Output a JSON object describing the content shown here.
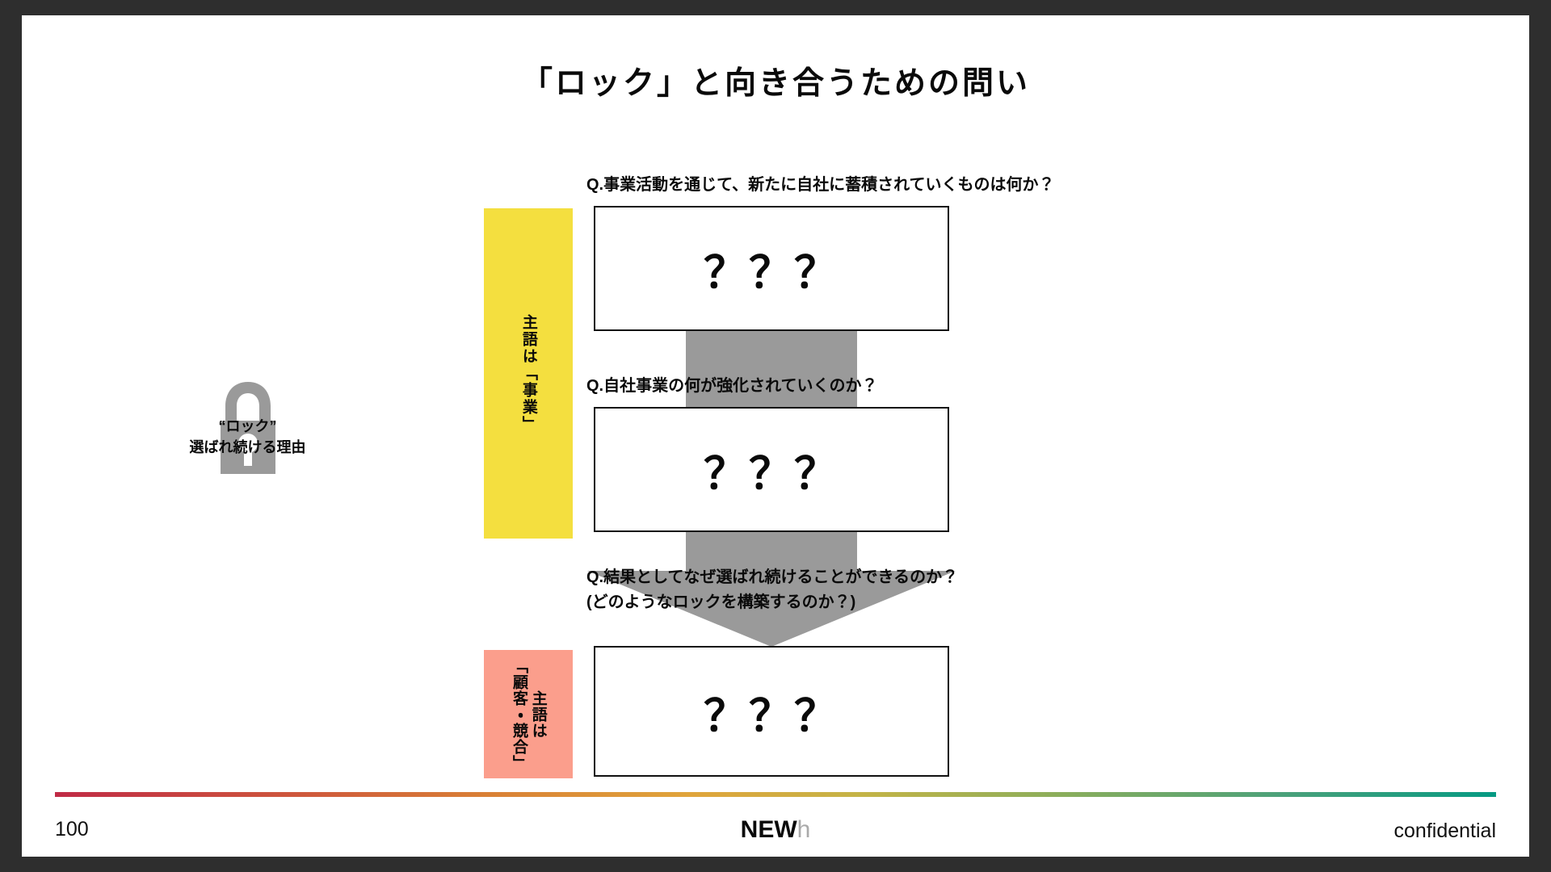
{
  "slide": {
    "title": "「ロック」と向き合うための問い",
    "page_number": "100",
    "confidential_label": "confidential",
    "logo_main": "NEW",
    "logo_suffix": "h"
  },
  "lock": {
    "icon": "padlock-icon",
    "caption_line1": "“ロック”",
    "caption_line2": "選ばれ続ける理由",
    "color": "#9a9a9a"
  },
  "bands": [
    {
      "id": "business",
      "text": "主語は「事業」",
      "color": "#f4df3f"
    },
    {
      "id": "customer",
      "text_right": "主語は",
      "text_left": "「顧客・競合」",
      "color": "#fb9e8c"
    }
  ],
  "questions": [
    {
      "id": "q1",
      "label": "Q.事業活動を通じて、新たに自社に蓄積されていくものは何か？",
      "answer": "？？？"
    },
    {
      "id": "q2",
      "label": "Q.自社事業の何が強化されていくのか？",
      "answer": "？？？"
    },
    {
      "id": "q3",
      "label_line1": "Q.結果としてなぜ選ばれ続けることができるのか？",
      "label_line2": "(どのようなロックを構築するのか？)",
      "answer": "？？？"
    }
  ],
  "connectors": {
    "color": "#9a9a9a",
    "first_shape": "rectangle",
    "second_shape": "down-arrow"
  },
  "footer": {
    "gradient_start": "#c02b46",
    "gradient_end": "#059a83"
  }
}
